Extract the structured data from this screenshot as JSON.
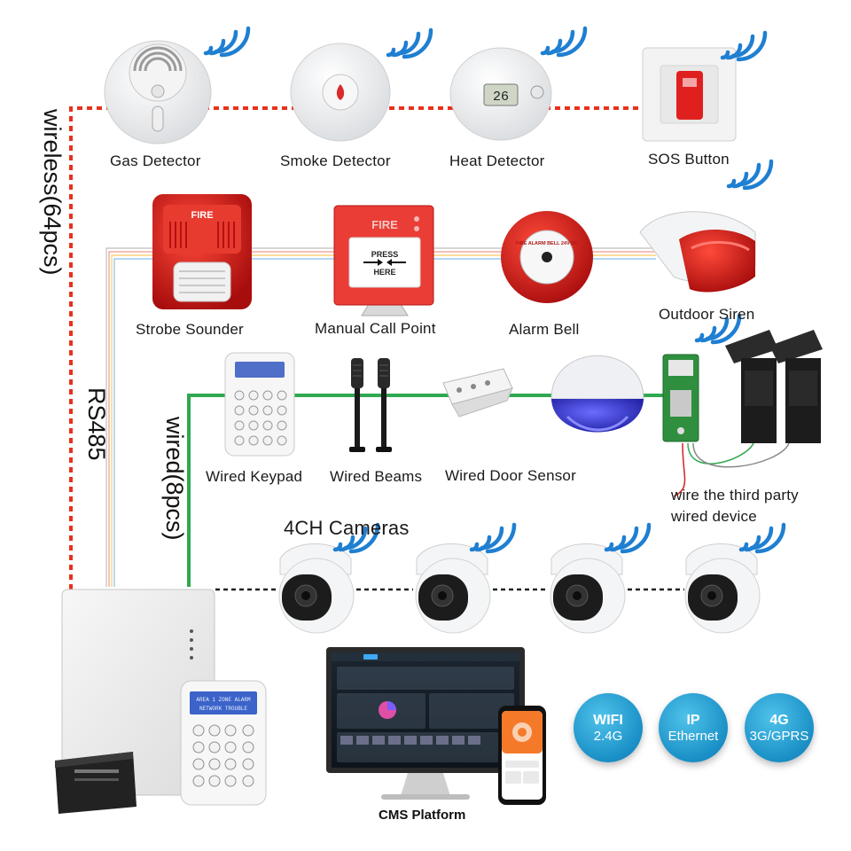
{
  "devices": {
    "gas_detector": "Gas Detector",
    "smoke_detector": "Smoke Detector",
    "heat_detector": "Heat Detector",
    "sos_button": "SOS Button",
    "strobe_sounder": "Strobe Sounder",
    "manual_call_point": "Manual Call Point",
    "alarm_bell": "Alarm Bell",
    "outdoor_siren": "Outdoor Siren",
    "wired_keypad": "Wired Keypad",
    "wired_beams": "Wired Beams",
    "wired_door_sensor": "Wired Door Sensor",
    "third_party_line1": "wire the third party",
    "third_party_line2": "wired device",
    "cameras_title": "4CH Cameras",
    "cms_platform": "CMS Platform"
  },
  "connections": {
    "wireless": "wireless(64pcs)",
    "rs485": "RS485",
    "wired": "wired(8pcs)"
  },
  "product_text": {
    "heat_readout": "26",
    "strobe_label": "FIRE",
    "mcp_title": "FIRE",
    "mcp_line1": "PRESS",
    "mcp_line2": "HERE",
    "bell_text": "FIRE ALARM BELL  24V DC",
    "keypad_lcd_line1": "AREA 1  ZONE ALARM",
    "keypad_lcd_line2": "NETWORK TROUBLE"
  },
  "badges": [
    {
      "line1": "WIFI",
      "line2": "2.4G"
    },
    {
      "line1": "IP",
      "line2": "Ethernet"
    },
    {
      "line1": "4G",
      "line2": "3G/GPRS"
    }
  ],
  "colors": {
    "wireless_line": "#e8311c",
    "wired_line": "#2fa84f",
    "signal": "#1f7fd1",
    "fire_red": "#e11d1d",
    "badge_blue": "#1a8fc6"
  }
}
